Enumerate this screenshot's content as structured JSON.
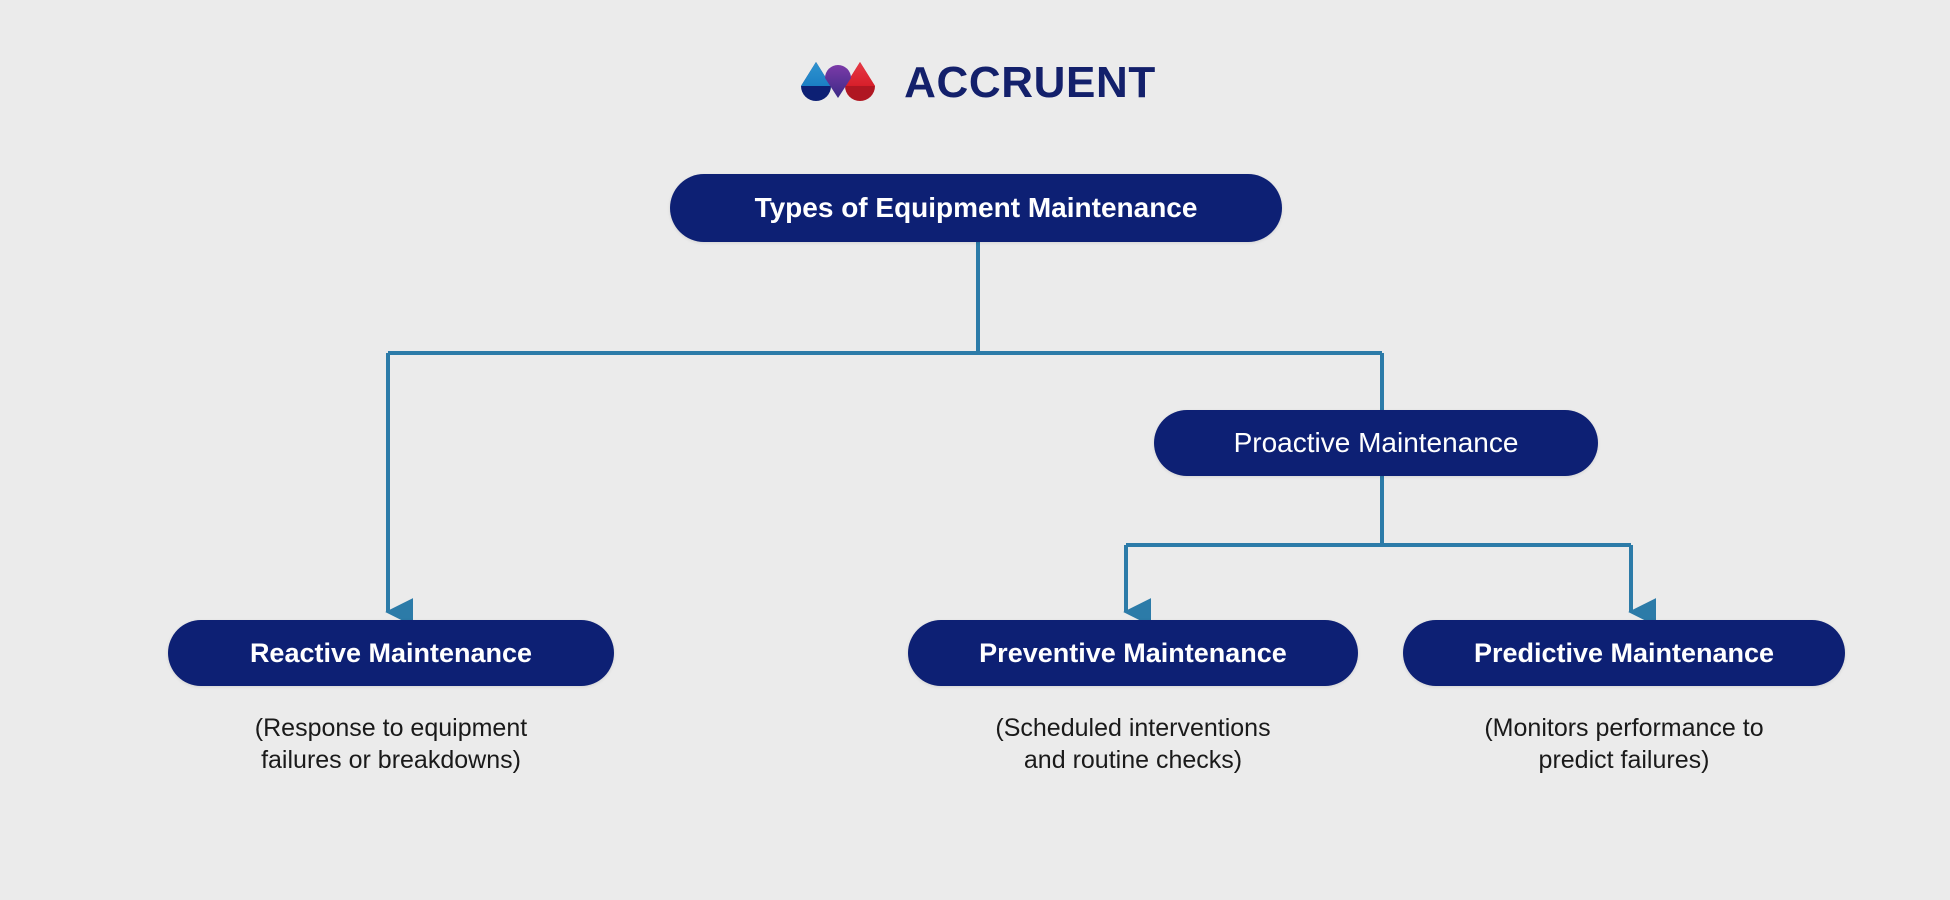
{
  "background_color": "#ebebeb",
  "brand": {
    "logo_icon": "accruent-logo-mark",
    "wordmark": "ACCRUENT",
    "wordmark_color": "#13206b",
    "mark_colors": {
      "purple": "#6b2f9e",
      "blue": "#1b7fc4",
      "navy": "#0d2074",
      "red": "#e0252d",
      "dark_red": "#b01722"
    }
  },
  "diagram": {
    "type": "tree",
    "node_fill": "#0d2074",
    "node_text_color": "#ffffff",
    "connector_color": "#2c7ba8",
    "caption_color": "#1a1a1a",
    "root": {
      "label": "Types of Equipment Maintenance"
    },
    "branch": {
      "label": "Proactive Maintenance"
    },
    "leaves": [
      {
        "label": "Reactive Maintenance",
        "caption": "(Response to equipment\nfailures or breakdowns)"
      },
      {
        "label": "Preventive Maintenance",
        "caption": "(Scheduled interventions\nand routine checks)"
      },
      {
        "label": "Predictive Maintenance",
        "caption": "(Monitors performance to\npredict failures)"
      }
    ]
  }
}
